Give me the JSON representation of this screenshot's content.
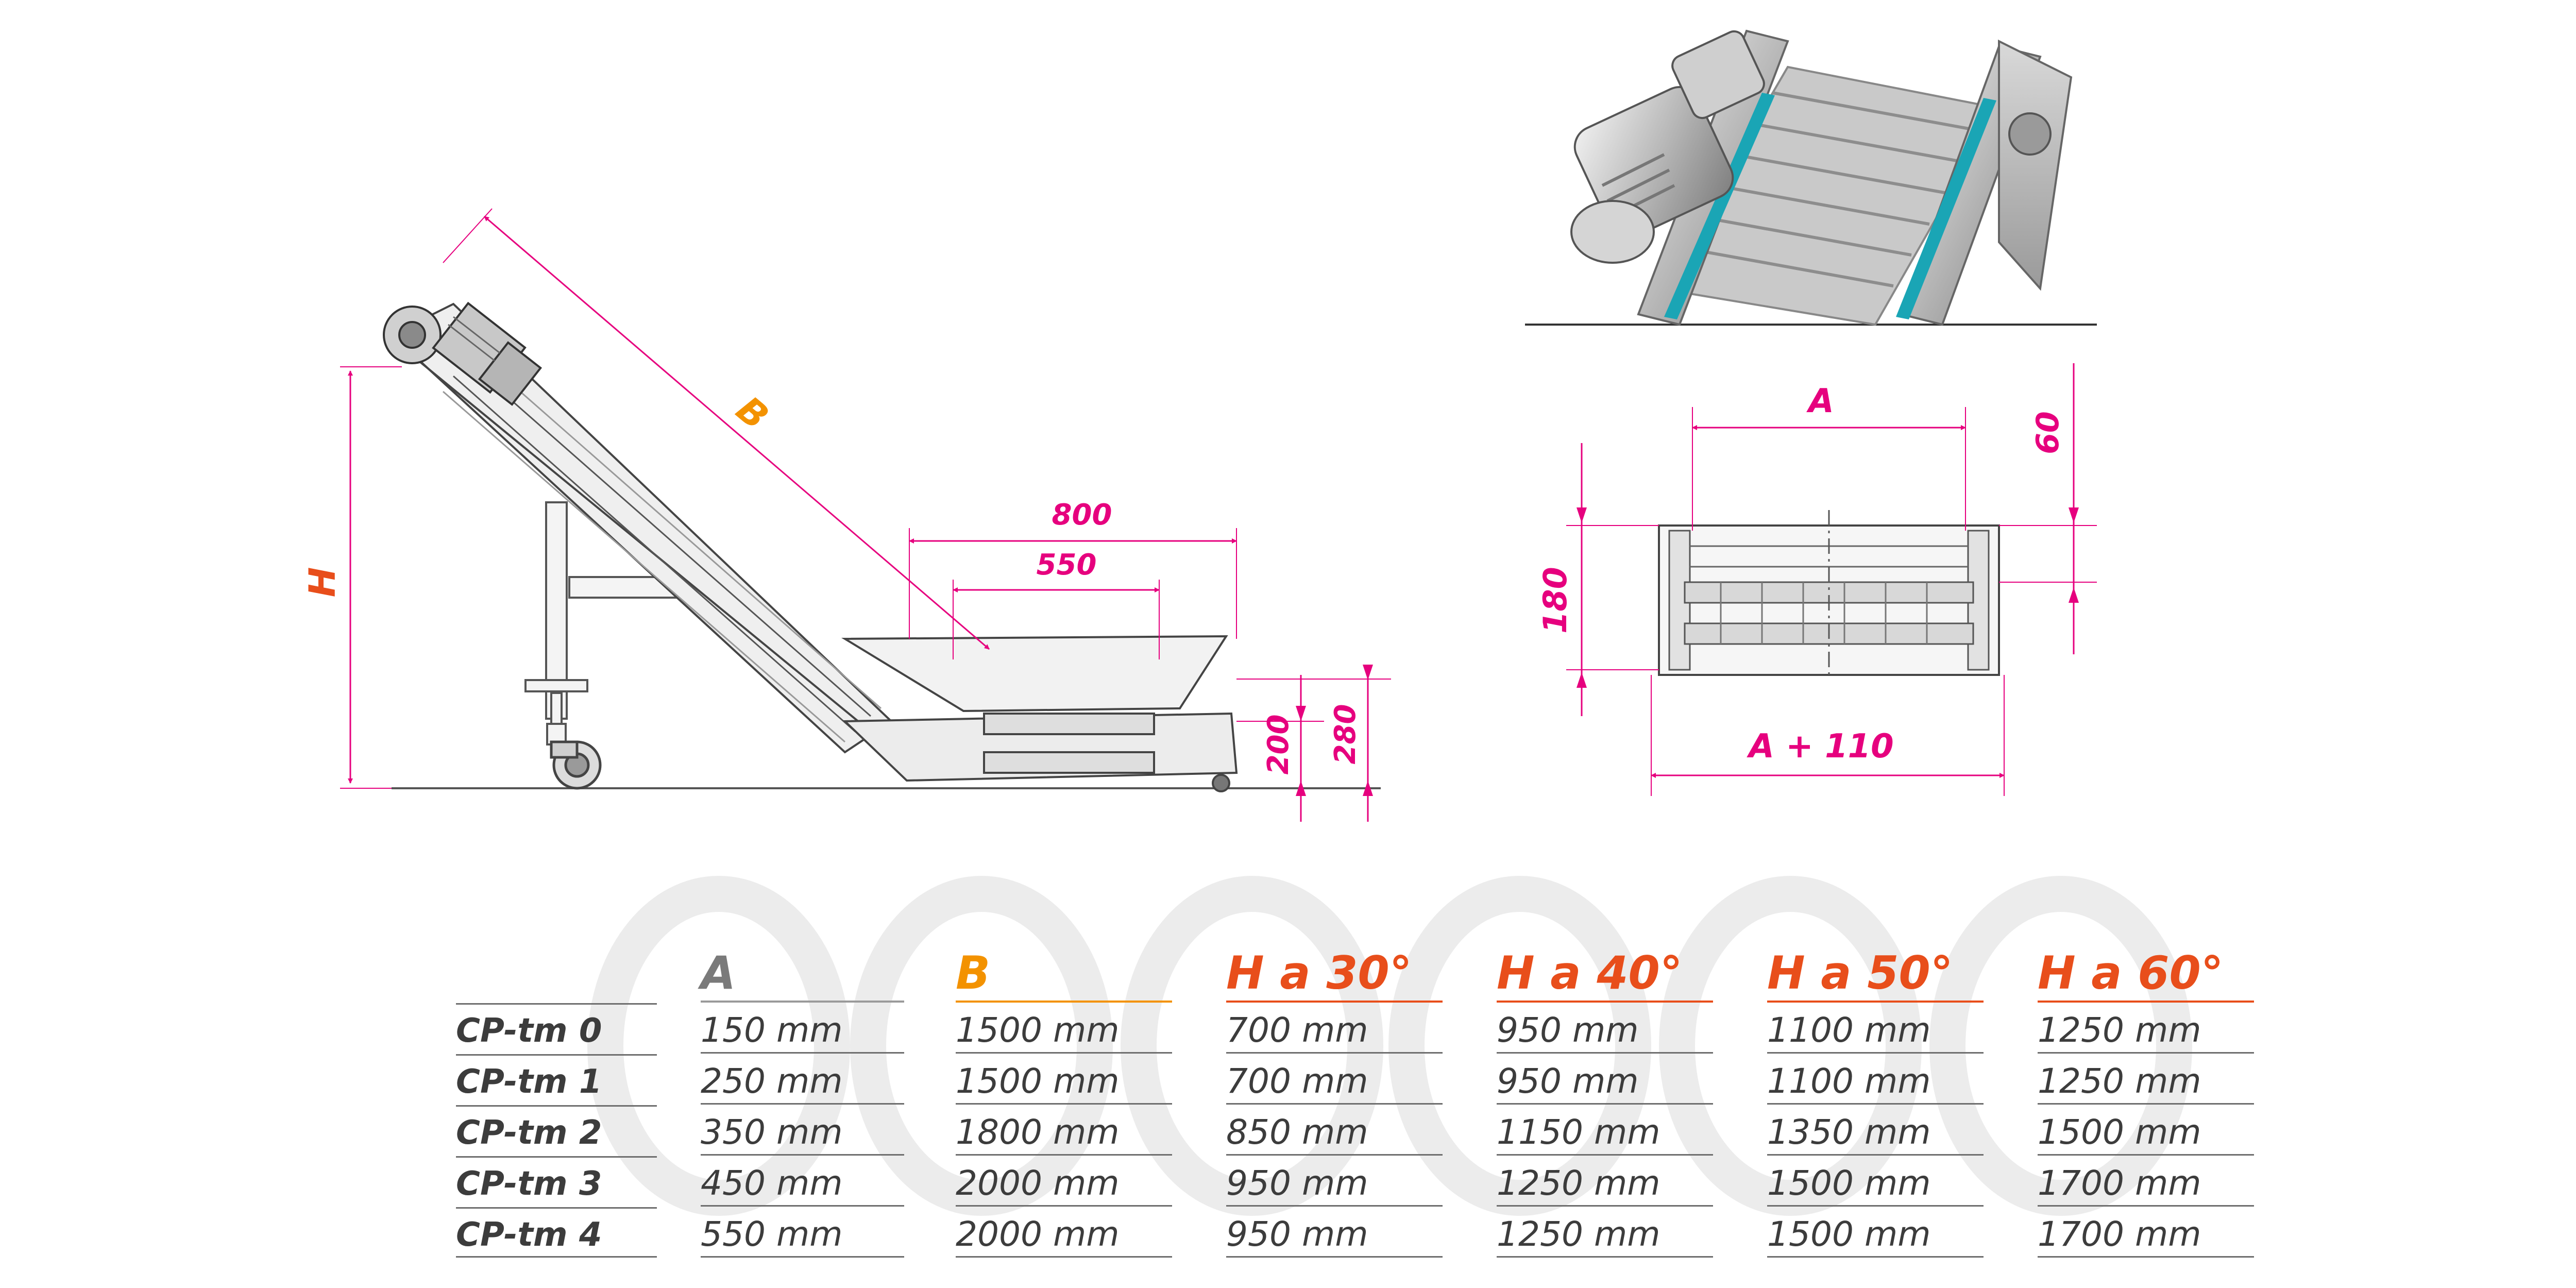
{
  "colors": {
    "dimension": "#e6007e",
    "accent_b": "#f39200",
    "accent_h": "#e84e1b",
    "header_a": "#7a7a7a",
    "text": "#3c3c3c",
    "teal_stripe": "#1aa5b5",
    "ring": "#e9e9e9"
  },
  "side_view": {
    "label_h": "H",
    "label_b": "B",
    "dim_800": "800",
    "dim_550": "550",
    "dim_200": "200",
    "dim_280": "280"
  },
  "section_view": {
    "label_a": "A",
    "label_a110": "A + 110",
    "dim_60": "60",
    "dim_180": "180"
  },
  "photo": {
    "icon": "conveyor-photo-icon"
  },
  "table": {
    "headers": [
      "A",
      "B",
      "H a 30°",
      "H a 40°",
      "H a 50°",
      "H a 60°"
    ],
    "rows": [
      {
        "model": "CP-tm 0",
        "values": [
          "150 mm",
          "1500 mm",
          "700 mm",
          "950 mm",
          "1100 mm",
          "1250 mm"
        ]
      },
      {
        "model": "CP-tm 1",
        "values": [
          "250 mm",
          "1500 mm",
          "700 mm",
          "950 mm",
          "1100 mm",
          "1250 mm"
        ]
      },
      {
        "model": "CP-tm 2",
        "values": [
          "350 mm",
          "1800 mm",
          "850 mm",
          "1150 mm",
          "1350 mm",
          "1500 mm"
        ]
      },
      {
        "model": "CP-tm 3",
        "values": [
          "450 mm",
          "2000 mm",
          "950 mm",
          "1250 mm",
          "1500 mm",
          "1700 mm"
        ]
      },
      {
        "model": "CP-tm 4",
        "values": [
          "550 mm",
          "2000 mm",
          "950 mm",
          "1250 mm",
          "1500 mm",
          "1700 mm"
        ]
      }
    ]
  }
}
